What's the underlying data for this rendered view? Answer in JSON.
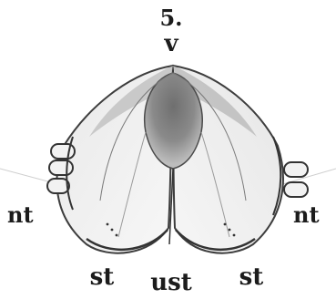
{
  "figure": {
    "number": "5.",
    "labels": {
      "top": "v",
      "left": "nt",
      "right": "nt",
      "bottom_left": "st",
      "bottom_center": "ust",
      "bottom_right": "st"
    }
  }
}
